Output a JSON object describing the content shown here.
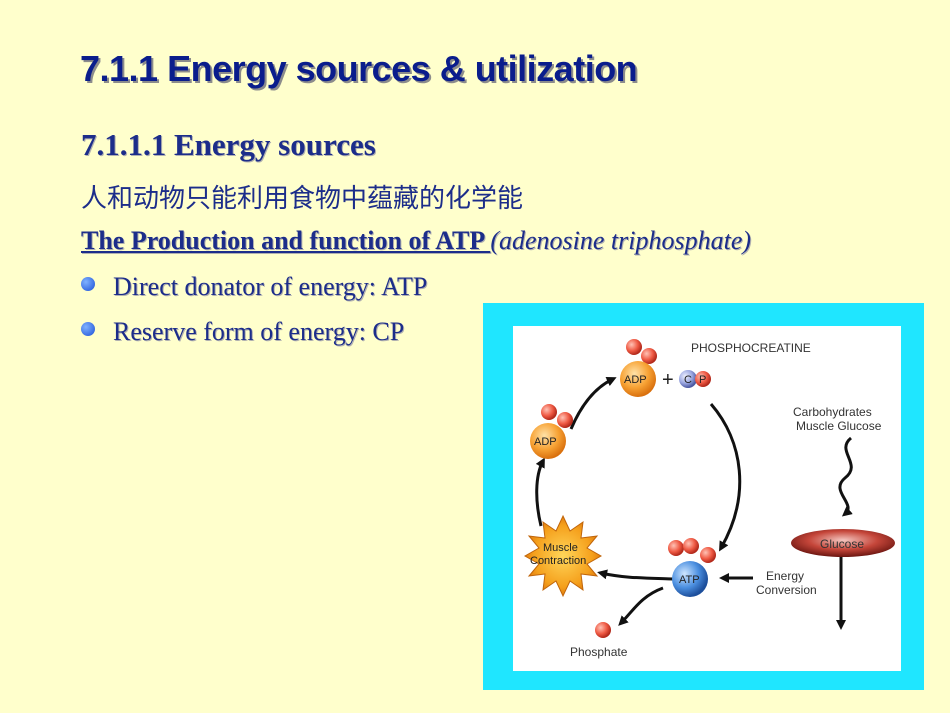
{
  "slide": {
    "title": "7.1.1 Energy sources & utilization",
    "subtitle": "7.1.1.1 Energy sources",
    "chinese_line": "人和动物只能利用食物中蕴藏的化学能",
    "atp_heading": "The Production and function of ATP ",
    "atp_paren": "(adenosine triphosphate)",
    "bullets": [
      "Direct donator of energy: ATP",
      "Reserve form of energy: CP"
    ]
  },
  "diagram": {
    "phosphocreatine": "PHOSPHOCREATINE",
    "adp_top": "ADP",
    "plus": "+",
    "c": "C",
    "p": "P",
    "adp_left": "ADP",
    "carb_line1": "Carbohydrates",
    "carb_line2": "Muscle Glucose",
    "muscle_line1": "Muscle",
    "muscle_line2": "Contraction",
    "glucose": "Glucose",
    "atp": "ATP",
    "energy_line1": "Energy",
    "energy_line2": "Conversion",
    "phosphate": "Phosphate"
  }
}
